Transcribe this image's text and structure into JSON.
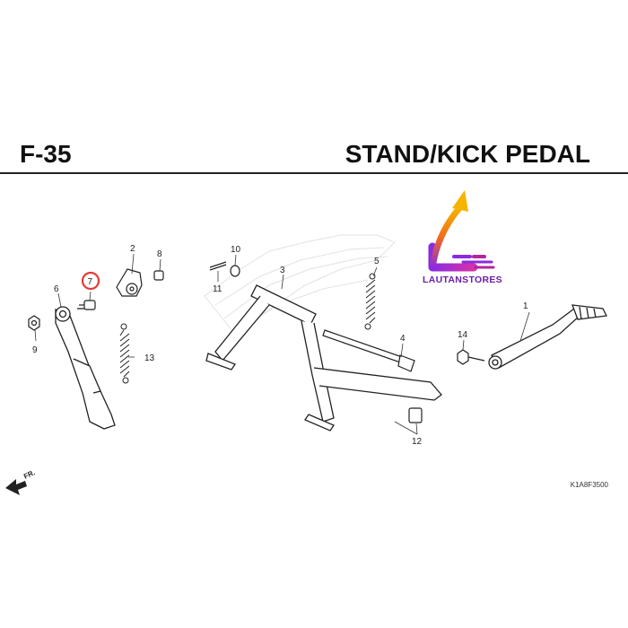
{
  "header": {
    "code": "F-35",
    "title": "STAND/KICK PEDAL"
  },
  "watermark": {
    "store_name": "LAUTANSTORES",
    "colors": {
      "arrow_top": "#f6b400",
      "arrow_mid": "#f26a1b",
      "arrow_bottom": "#8a2be2"
    }
  },
  "callouts": [
    "1",
    "2",
    "3",
    "4",
    "5",
    "6",
    "7",
    "8",
    "9",
    "10",
    "11",
    "12",
    "13",
    "14"
  ],
  "highlighted_callout": "7",
  "highlight_color": "#e53935",
  "direction_label": "FR.",
  "diagram_id": "K1A8F3500"
}
